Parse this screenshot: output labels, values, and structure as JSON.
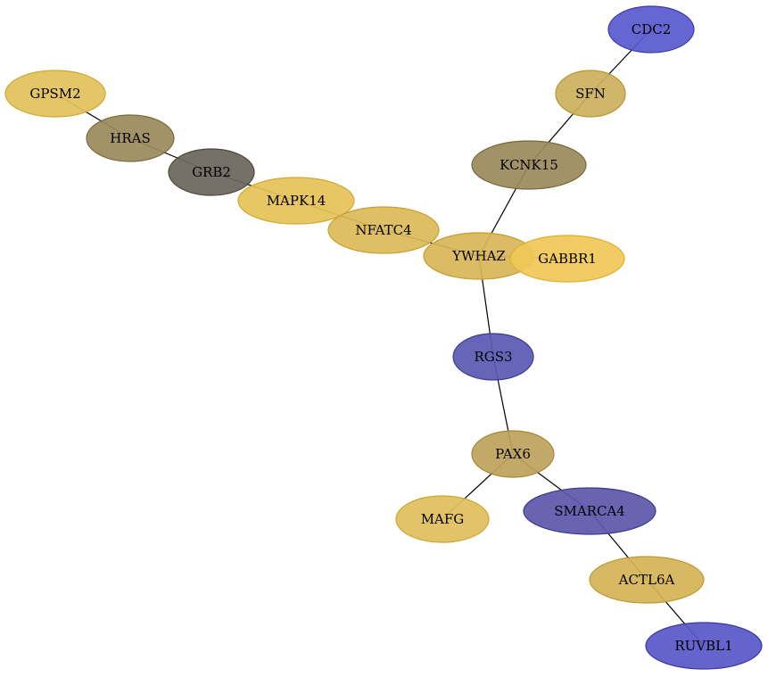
{
  "nodes": [
    {
      "id": "CDC2",
      "label": "CDC2",
      "fill": "#5a5ad0",
      "stroke": "#3a3aa8"
    },
    {
      "id": "SFN",
      "label": "SFN",
      "fill": "#cbb05c",
      "stroke": "#b8982f"
    },
    {
      "id": "KCNK15",
      "label": "KCNK15",
      "fill": "#9a8a5c",
      "stroke": "#7a6a38"
    },
    {
      "id": "GPSM2",
      "label": "GPSM2",
      "fill": "#e2c25c",
      "stroke": "#cfa832"
    },
    {
      "id": "HRAS",
      "label": "HRAS",
      "fill": "#9a8a5c",
      "stroke": "#7a6a38"
    },
    {
      "id": "GRB2",
      "label": "GRB2",
      "fill": "#6b665c",
      "stroke": "#4a4638"
    },
    {
      "id": "MAPK14",
      "label": "MAPK14",
      "fill": "#e6c258",
      "stroke": "#d0a830"
    },
    {
      "id": "NFATC4",
      "label": "NFATC4",
      "fill": "#dcba58",
      "stroke": "#c8a030"
    },
    {
      "id": "YWHAZ",
      "label": "YWHAZ",
      "fill": "#d8b658",
      "stroke": "#c49e30"
    },
    {
      "id": "GABBR1",
      "label": "GABBR1",
      "fill": "#f0c858",
      "stroke": "#dcb030"
    },
    {
      "id": "RGS3",
      "label": "RGS3",
      "fill": "#5a5ab4",
      "stroke": "#3a3a90"
    },
    {
      "id": "PAX6",
      "label": "PAX6",
      "fill": "#bea25c",
      "stroke": "#a48838"
    },
    {
      "id": "MAFG",
      "label": "MAFG",
      "fill": "#e0be5c",
      "stroke": "#cca432"
    },
    {
      "id": "SMARCA4",
      "label": "SMARCA4",
      "fill": "#5c58ac",
      "stroke": "#3c3888"
    },
    {
      "id": "ACTL6A",
      "label": "ACTL6A",
      "fill": "#d4b458",
      "stroke": "#bc9a30"
    },
    {
      "id": "RUVBL1",
      "label": "RUVBL1",
      "fill": "#5858c8",
      "stroke": "#3838a0"
    }
  ],
  "edges": [
    [
      "CDC2",
      "SFN"
    ],
    [
      "SFN",
      "KCNK15"
    ],
    [
      "KCNK15",
      "YWHAZ"
    ],
    [
      "GPSM2",
      "HRAS"
    ],
    [
      "HRAS",
      "GRB2"
    ],
    [
      "GRB2",
      "MAPK14"
    ],
    [
      "MAPK14",
      "NFATC4"
    ],
    [
      "NFATC4",
      "YWHAZ"
    ],
    [
      "YWHAZ",
      "GABBR1"
    ],
    [
      "YWHAZ",
      "RGS3"
    ],
    [
      "RGS3",
      "PAX6"
    ],
    [
      "PAX6",
      "MAFG"
    ],
    [
      "PAX6",
      "SMARCA4"
    ],
    [
      "SMARCA4",
      "ACTL6A"
    ],
    [
      "ACTL6A",
      "RUVBL1"
    ]
  ]
}
